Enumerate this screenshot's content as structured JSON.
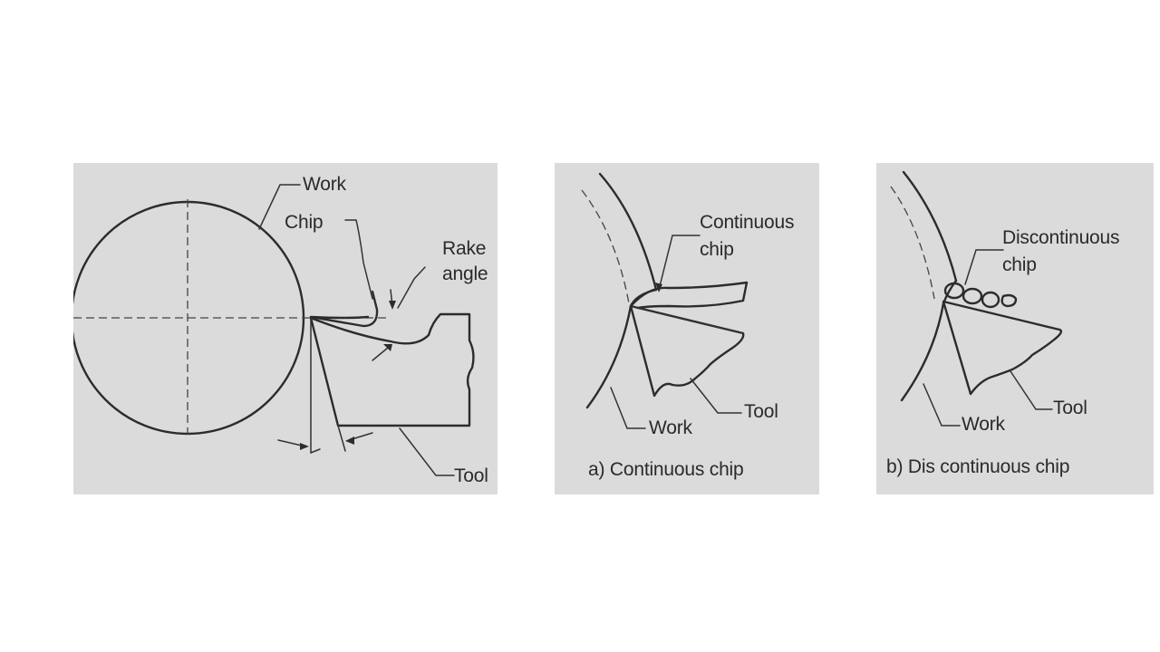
{
  "panel1": {
    "work_label": "Work",
    "chip_label": "Chip",
    "rake_label_line1": "Rake",
    "rake_label_line2": "angle",
    "tool_label": "Tool"
  },
  "panel2": {
    "chip_label_line1": "Continuous",
    "chip_label_line2": "chip",
    "tool_label": "Tool",
    "work_label": "Work",
    "caption": "a) Continuous chip"
  },
  "panel3": {
    "chip_label_line1": "Discontinuous",
    "chip_label_line2": "chip",
    "tool_label": "Tool",
    "work_label": "Work",
    "caption": "b) Dis continuous chip"
  }
}
